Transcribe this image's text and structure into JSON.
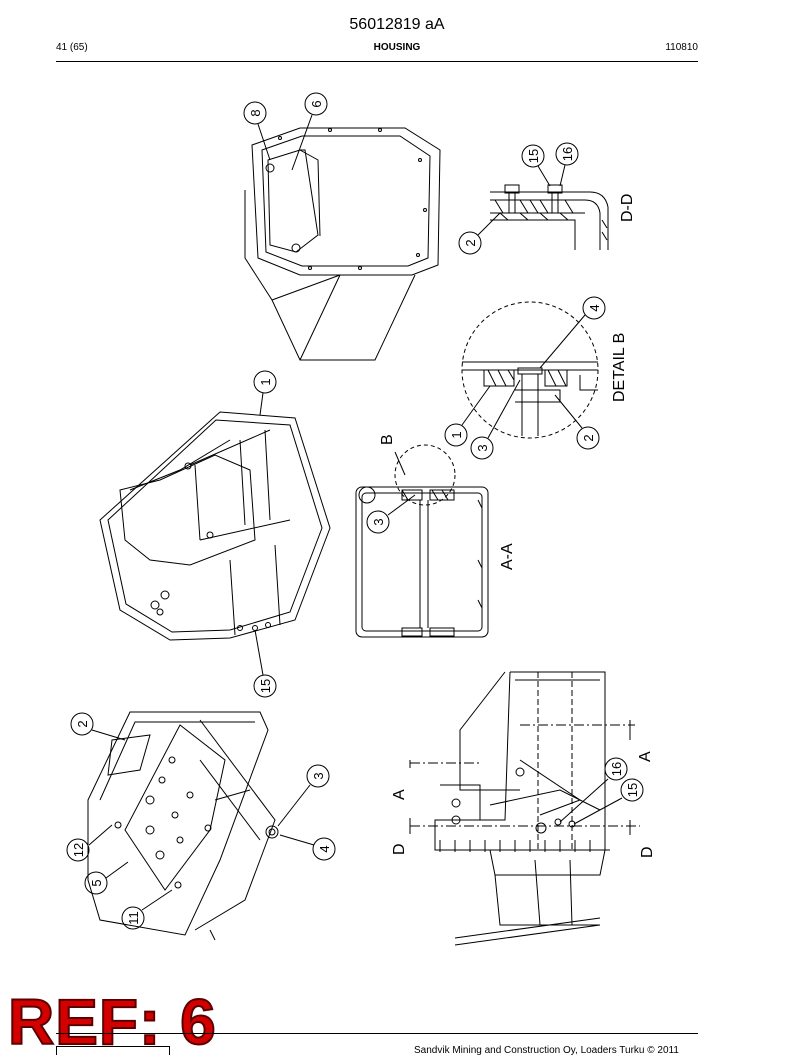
{
  "header": {
    "doc_code": "56012819 aA",
    "page": "41 (65)",
    "section": "HOUSING",
    "date": "110810"
  },
  "callouts": {
    "c1": "1",
    "c2": "2",
    "c3": "3",
    "c4": "4",
    "c5": "5",
    "c6": "6",
    "c8": "8",
    "c11": "11",
    "c12": "12",
    "c15": "15",
    "c16": "16"
  },
  "labels": {
    "section_dd": "D-D",
    "detail_b": "DETAIL B",
    "section_aa": "A-A",
    "b": "B",
    "a": "A",
    "d": "D"
  },
  "stamp": {
    "ref": "REF: 6"
  },
  "footer": {
    "copyright": "Sandvik Mining and Construction Oy, Loaders Turku © 2011"
  }
}
